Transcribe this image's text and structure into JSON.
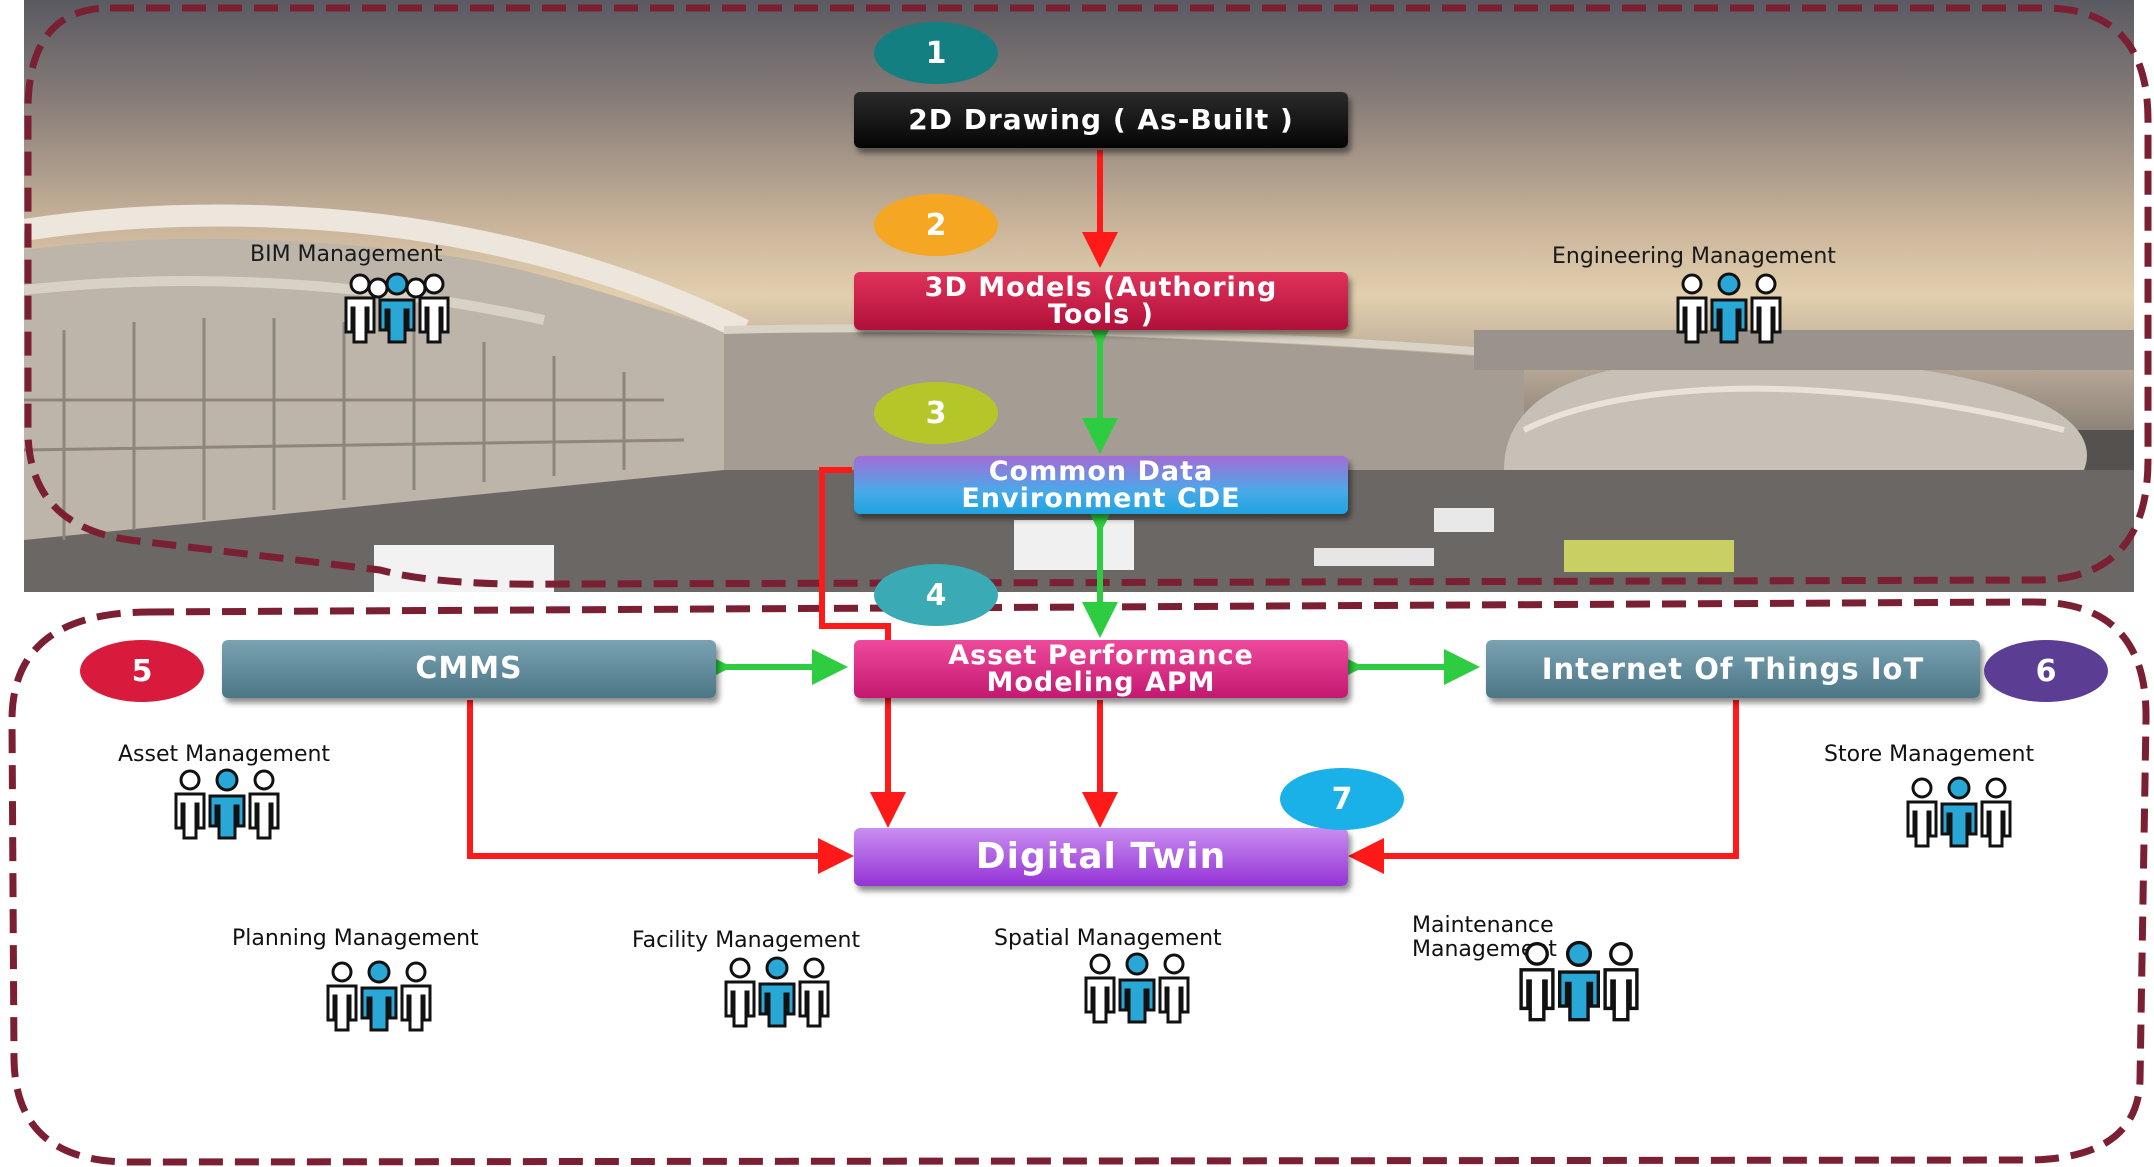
{
  "colors": {
    "frame": "#7b1f33",
    "flow_arrow": "#ff1a1a",
    "exchange_arrow": "#2ecc40",
    "people_fill": "#29a8d8"
  },
  "steps": [
    {
      "number": "1",
      "label": "2D Drawing ( As-Built )",
      "color": "#137f80"
    },
    {
      "number": "2",
      "label": "3D Models (Authoring Tools )",
      "color": "#f5a623"
    },
    {
      "number": "3",
      "label": "Common Data Environment CDE",
      "color": "#b5c728"
    },
    {
      "number": "4",
      "label": "Asset Performance Modeling APM",
      "color": "#3aabb4"
    },
    {
      "number": "5",
      "label": "CMMS",
      "color": "#d81b3c"
    },
    {
      "number": "6",
      "label": "Internet Of Things IoT",
      "color": "#5b3e94"
    },
    {
      "number": "7",
      "label": "Digital Twin",
      "color": "#1ab0e8"
    }
  ],
  "boxes": {
    "drawing_2d": "2D Drawing ( As-Built )",
    "models_3d_line1": "3D Models (Authoring",
    "models_3d_line2": "Tools )",
    "cde_line1": "Common Data",
    "cde_line2": "Environment CDE",
    "apm_line1": "Asset Performance",
    "apm_line2": "Modeling APM",
    "cmms": "CMMS",
    "iot": "Internet Of Things IoT",
    "digital_twin": "Digital Twin"
  },
  "roles": {
    "bim": "BIM Management",
    "engineering": "Engineering  Management",
    "asset": "Asset Management",
    "store": "Store Management",
    "planning": "Planning Management",
    "facility": "Facility Management",
    "spatial": "Spatial Management",
    "maintenance_line1": "Maintenance",
    "maintenance_line2": "Management"
  }
}
